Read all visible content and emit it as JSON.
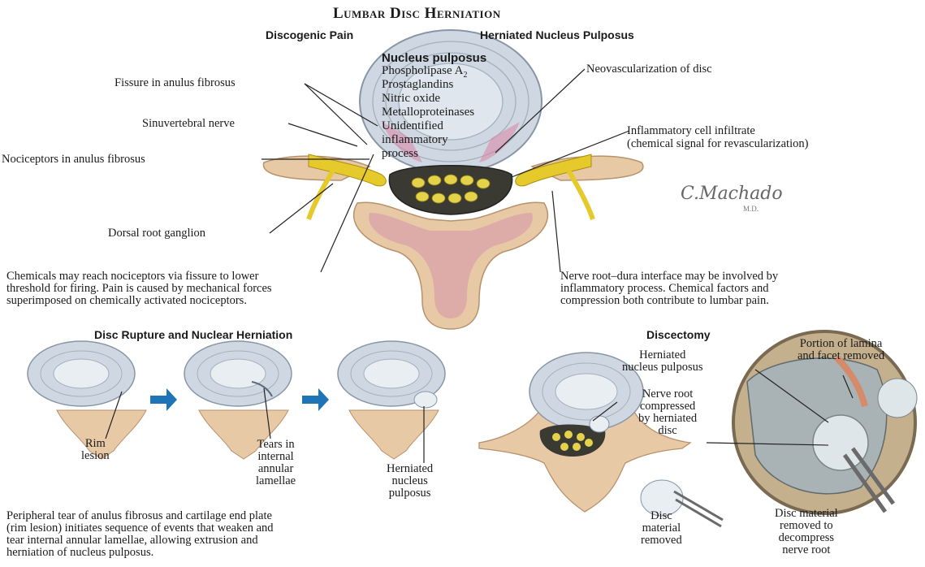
{
  "title": "Lumbar Disc Herniation",
  "subtitles": {
    "left": "Discogenic Pain",
    "right": "Herniated Nucleus Pulposus"
  },
  "nucleus": {
    "heading": "Nucleus pulposus",
    "items": [
      "Phospholipase A",
      "Prostaglandins",
      "Nitric oxide",
      "Metalloproteinases",
      "Unidentified",
      "inflammatory",
      "process"
    ],
    "subscript": "2"
  },
  "top_labels": {
    "fissure": "Fissure in anulus fibrosus",
    "sinuvertebral": "Sinuvertebral nerve",
    "nociceptors": "Nociceptors in anulus fibrosus",
    "dorsal_root": "Dorsal root ganglion",
    "neovascularization": "Neovascularization of disc",
    "inflammatory_1": "Inflammatory cell infiltrate",
    "inflammatory_2": "(chemical signal for revascularization)"
  },
  "signature": "C.Machado",
  "signature_md": "M.D.",
  "captions": {
    "left": "Chemicals may reach nociceptors via fissure to lower\nthreshold for firing. Pain is caused by mechanical forces\nsuperimposed on chemically activated nociceptors.",
    "right": "Nerve root–dura interface may be involved by\ninflammatory process. Chemical factors and\ncompression both contribute to lumbar pain.",
    "bottom": "Peripheral tear of anulus fibrosus and cartilage end plate\n(rim lesion) initiates sequence of events that weaken and\ntear internal annular lamellae, allowing extrusion and\nherniation of nucleus pulposus."
  },
  "rupture": {
    "heading": "Disc Rupture and Nuclear Herniation",
    "rim_lesion": "Rim\nlesion",
    "tears": "Tears in\ninternal\nannular\nlamellae",
    "herniated": "Herniated\nnucleus\npulposus"
  },
  "discectomy": {
    "heading": "Discectomy",
    "herniated": "Herniated\nnucleus pulposus",
    "nerve_root": "Nerve root\ncompressed\nby herniated\ndisc",
    "lamina": "Portion of lamina\nand facet removed",
    "disc_removed": "Disc\nmaterial\nremoved",
    "decompress": "Disc material\nremoved to\ndecompress\nnerve root"
  },
  "colors": {
    "bone": "#e8c9a6",
    "bone_edge": "#b8916c",
    "marrow": "#d9a0a8",
    "disc": "#cfd8e2",
    "disc_ring": "#8796a6",
    "nerve": "#e6c92a",
    "arrow": "#1f73b7",
    "canal": "#3a3a32",
    "fat": "#e4d24a"
  }
}
